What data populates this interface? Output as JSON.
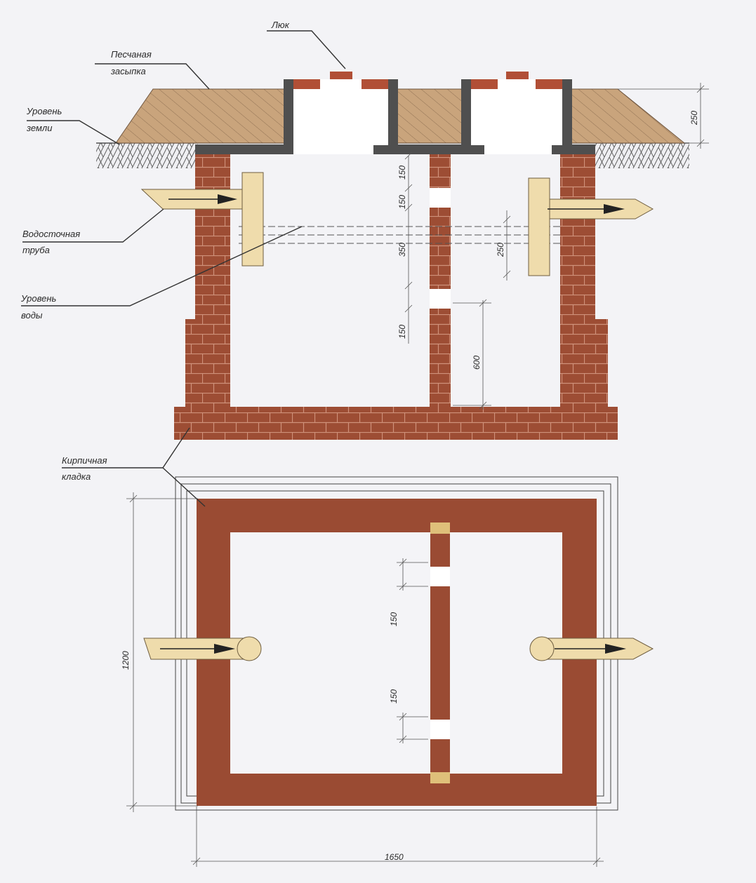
{
  "labels": {
    "hatch": "Люк",
    "sand_1": "Песчаная",
    "sand_2": "засыпка",
    "ground_1": "Уровень",
    "ground_2": "земли",
    "pipe_1": "Водосточная",
    "pipe_2": "труба",
    "water_1": "Уровень",
    "water_2": "воды",
    "brick_1": "Кирпичная",
    "brick_2": "кладка"
  },
  "dimensions": {
    "fill_depth": "250",
    "gap_top": "150",
    "gap_upper": "150",
    "water_zone": "350",
    "pipe_offset": "250",
    "gap_lower": "150",
    "overflow_height": "600",
    "plan_gap_upper": "150",
    "plan_gap_lower": "150",
    "plan_width": "1200",
    "plan_length": "1650"
  },
  "colors": {
    "brick": "#9a4b33",
    "brick_mortar": "#c98a74",
    "sand": "#c8a27a",
    "pipe": "#efdcac",
    "concrete": "#555555"
  }
}
